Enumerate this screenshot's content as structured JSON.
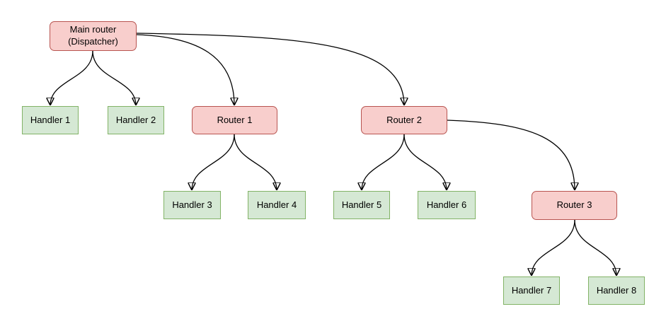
{
  "diagram": {
    "background": "#ffffff",
    "colors": {
      "router_fill": "#F8CECC",
      "router_stroke": "#B85450",
      "handler_fill": "#D5E8D4",
      "handler_stroke": "#82B366",
      "edge": "#000000",
      "text": "#000000",
      "background": "#ffffff"
    },
    "nodes": [
      {
        "id": "main-router",
        "label": "Main router\n(Dispatcher)",
        "kind": "router"
      },
      {
        "id": "handler-1",
        "label": "Handler 1",
        "kind": "handler"
      },
      {
        "id": "handler-2",
        "label": "Handler 2",
        "kind": "handler"
      },
      {
        "id": "router-1",
        "label": "Router 1",
        "kind": "router"
      },
      {
        "id": "router-2",
        "label": "Router 2",
        "kind": "router"
      },
      {
        "id": "handler-3",
        "label": "Handler 3",
        "kind": "handler"
      },
      {
        "id": "handler-4",
        "label": "Handler 4",
        "kind": "handler"
      },
      {
        "id": "handler-5",
        "label": "Handler 5",
        "kind": "handler"
      },
      {
        "id": "handler-6",
        "label": "Handler 6",
        "kind": "handler"
      },
      {
        "id": "router-3",
        "label": "Router 3",
        "kind": "router"
      },
      {
        "id": "handler-7",
        "label": "Handler 7",
        "kind": "handler"
      },
      {
        "id": "handler-8",
        "label": "Handler 8",
        "kind": "handler"
      }
    ],
    "edges": [
      {
        "from": "main-router",
        "to": "handler-1"
      },
      {
        "from": "main-router",
        "to": "handler-2"
      },
      {
        "from": "main-router",
        "to": "router-1"
      },
      {
        "from": "main-router",
        "to": "router-2"
      },
      {
        "from": "router-1",
        "to": "handler-3"
      },
      {
        "from": "router-1",
        "to": "handler-4"
      },
      {
        "from": "router-2",
        "to": "handler-5"
      },
      {
        "from": "router-2",
        "to": "handler-6"
      },
      {
        "from": "router-2",
        "to": "router-3"
      },
      {
        "from": "router-3",
        "to": "handler-7"
      },
      {
        "from": "router-3",
        "to": "handler-8"
      }
    ]
  }
}
